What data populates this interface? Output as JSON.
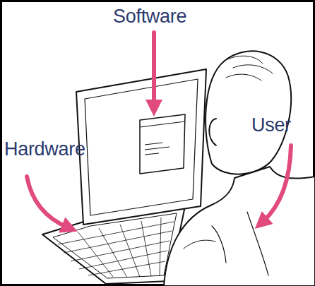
{
  "diagram": {
    "labels": [
      "Software",
      "Hardware",
      "User"
    ]
  }
}
